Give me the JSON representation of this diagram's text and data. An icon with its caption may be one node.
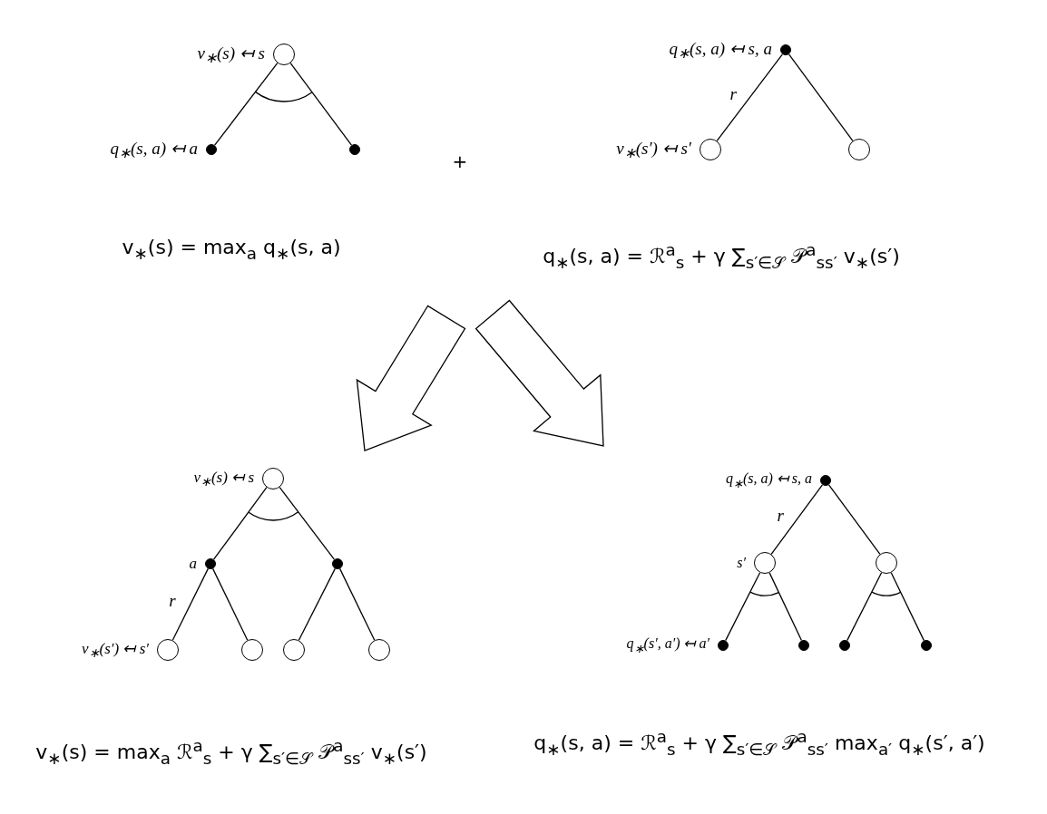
{
  "diagram": {
    "nodes": [
      {
        "text": [],
        "shape": "circle",
        "beside": [
          "v$_{∗}$(s) ↤ s"
        ]
      },
      {
        "text": [],
        "shape": "dot",
        "beside": [
          "q$_{∗}$(s, a) ↤ a"
        ]
      },
      {
        "text": [],
        "shape": "dot"
      },
      {
        "text": [],
        "shape": "dot",
        "beside": [
          "q$_{∗}$(s, a) ↤ s, a"
        ]
      },
      {
        "text": [],
        "shape": "circle",
        "beside": [
          "v$_{∗}$(s′) ↤ s′"
        ]
      },
      {
        "text": [],
        "shape": "circle"
      },
      {
        "text": [],
        "shape": "circle",
        "beside": [
          "v$_{∗}$(s) ↤ s"
        ]
      },
      {
        "text": [],
        "shape": "dot",
        "beside": [
          "a"
        ]
      },
      {
        "text": [],
        "shape": "dot"
      },
      {
        "text": [],
        "shape": "circle",
        "beside": [
          "v$_{∗}$(s′) ↤ s′"
        ]
      },
      {
        "text": [],
        "shape": "circle"
      },
      {
        "text": [],
        "shape": "circle"
      },
      {
        "text": [],
        "shape": "circle"
      },
      {
        "text": [],
        "shape": "dot",
        "beside": [
          "q$_{∗}$(s, a) ↤ s, a"
        ]
      },
      {
        "text": [],
        "shape": "circle",
        "beside": [
          "s′"
        ]
      },
      {
        "text": [],
        "shape": "circle"
      },
      {
        "text": [],
        "shape": "dot",
        "beside": [
          "q$_{∗}$(s′, a′) ↤ a′"
        ]
      },
      {
        "text": [],
        "shape": "dot"
      },
      {
        "text": [],
        "shape": "dot"
      },
      {
        "text": [],
        "shape": "dot"
      }
    ],
    "edges": [
      {
        "from": 0,
        "to": 1,
        "arrow": "none"
      },
      {
        "from": 0,
        "to": 2,
        "arrow": "none"
      },
      {
        "from": 3,
        "to": 4,
        "arrow": "none",
        "label": "r"
      },
      {
        "from": 3,
        "to": 5,
        "arrow": "none"
      },
      {
        "from": 6,
        "to": 7,
        "arrow": "none"
      },
      {
        "from": 6,
        "to": 8,
        "arrow": "none"
      },
      {
        "from": 7,
        "to": 9,
        "arrow": "none",
        "label": "r"
      },
      {
        "from": 7,
        "to": 10,
        "arrow": "none"
      },
      {
        "from": 8,
        "to": 11,
        "arrow": "none"
      },
      {
        "from": 8,
        "to": 12,
        "arrow": "none"
      },
      {
        "from": 13,
        "to": 14,
        "arrow": "none",
        "label": "r"
      },
      {
        "from": 13,
        "to": 15,
        "arrow": "none"
      },
      {
        "from": 14,
        "to": 16,
        "arrow": "none"
      },
      {
        "from": 14,
        "to": 17,
        "arrow": "none"
      },
      {
        "from": 15,
        "to": 18,
        "arrow": "none"
      },
      {
        "from": 15,
        "to": 19,
        "arrow": "none"
      }
    ],
    "labels": [
      "+",
      "v$_{∗}$(s) = max$_{a}$ q$_{∗}$(s, a)",
      "q$_{∗}$(s, a) = ℛ$^{a}$$_{s}$ + γ ∑$_{s′∈𝒮}$ 𝒫$^{a}$$_{ss′}$ v$_{∗}$(s′)",
      "v$_{∗}$(s) = max$_{a}$ ℛ$^{a}$$_{s}$ + γ ∑$_{s′∈𝒮}$ 𝒫$^{a}$$_{ss′}$ v$_{∗}$(s′)",
      "q$_{∗}$(s, a) = ℛ$^{a}$$_{s}$ + γ ∑$_{s′∈𝒮}$ 𝒫$^{a}$$_{ss′}$ max$_{a′}$ q$_{∗}$(s′, a′)"
    ]
  }
}
